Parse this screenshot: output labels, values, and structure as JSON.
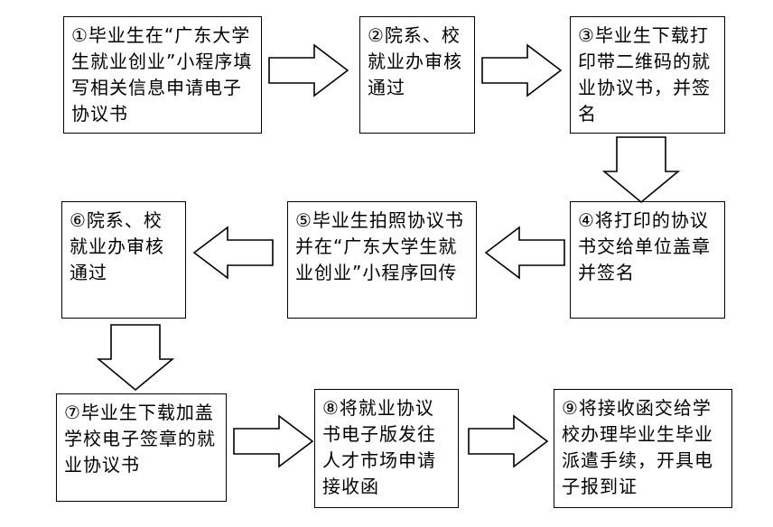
{
  "steps": [
    {
      "text": "①毕业生在“广东大学生就业创业”小程序填写相关信息申请电子协议书"
    },
    {
      "text": "②院系、校就业办审核通过"
    },
    {
      "text": "③毕业生下载打印带二维码的就业协议书，并签名"
    },
    {
      "text": "④将打印的协议书交给单位盖章并签名"
    },
    {
      "text": "⑤毕业生拍照协议书并在“广东大学生就业创业”小程序回传"
    },
    {
      "text": "⑥院系、校就业办审核通过"
    },
    {
      "text": "⑦毕业生下载加盖学校电子签章的就业协议书"
    },
    {
      "text": "⑧将就业协议书电子版发往人才市场申请接收函"
    },
    {
      "text": "⑨将接收函交给学校办理毕业生毕业派遣手续，开具电子报到证"
    }
  ],
  "flow": [
    "right",
    "right",
    "down",
    "left",
    "left",
    "down",
    "right",
    "right"
  ]
}
